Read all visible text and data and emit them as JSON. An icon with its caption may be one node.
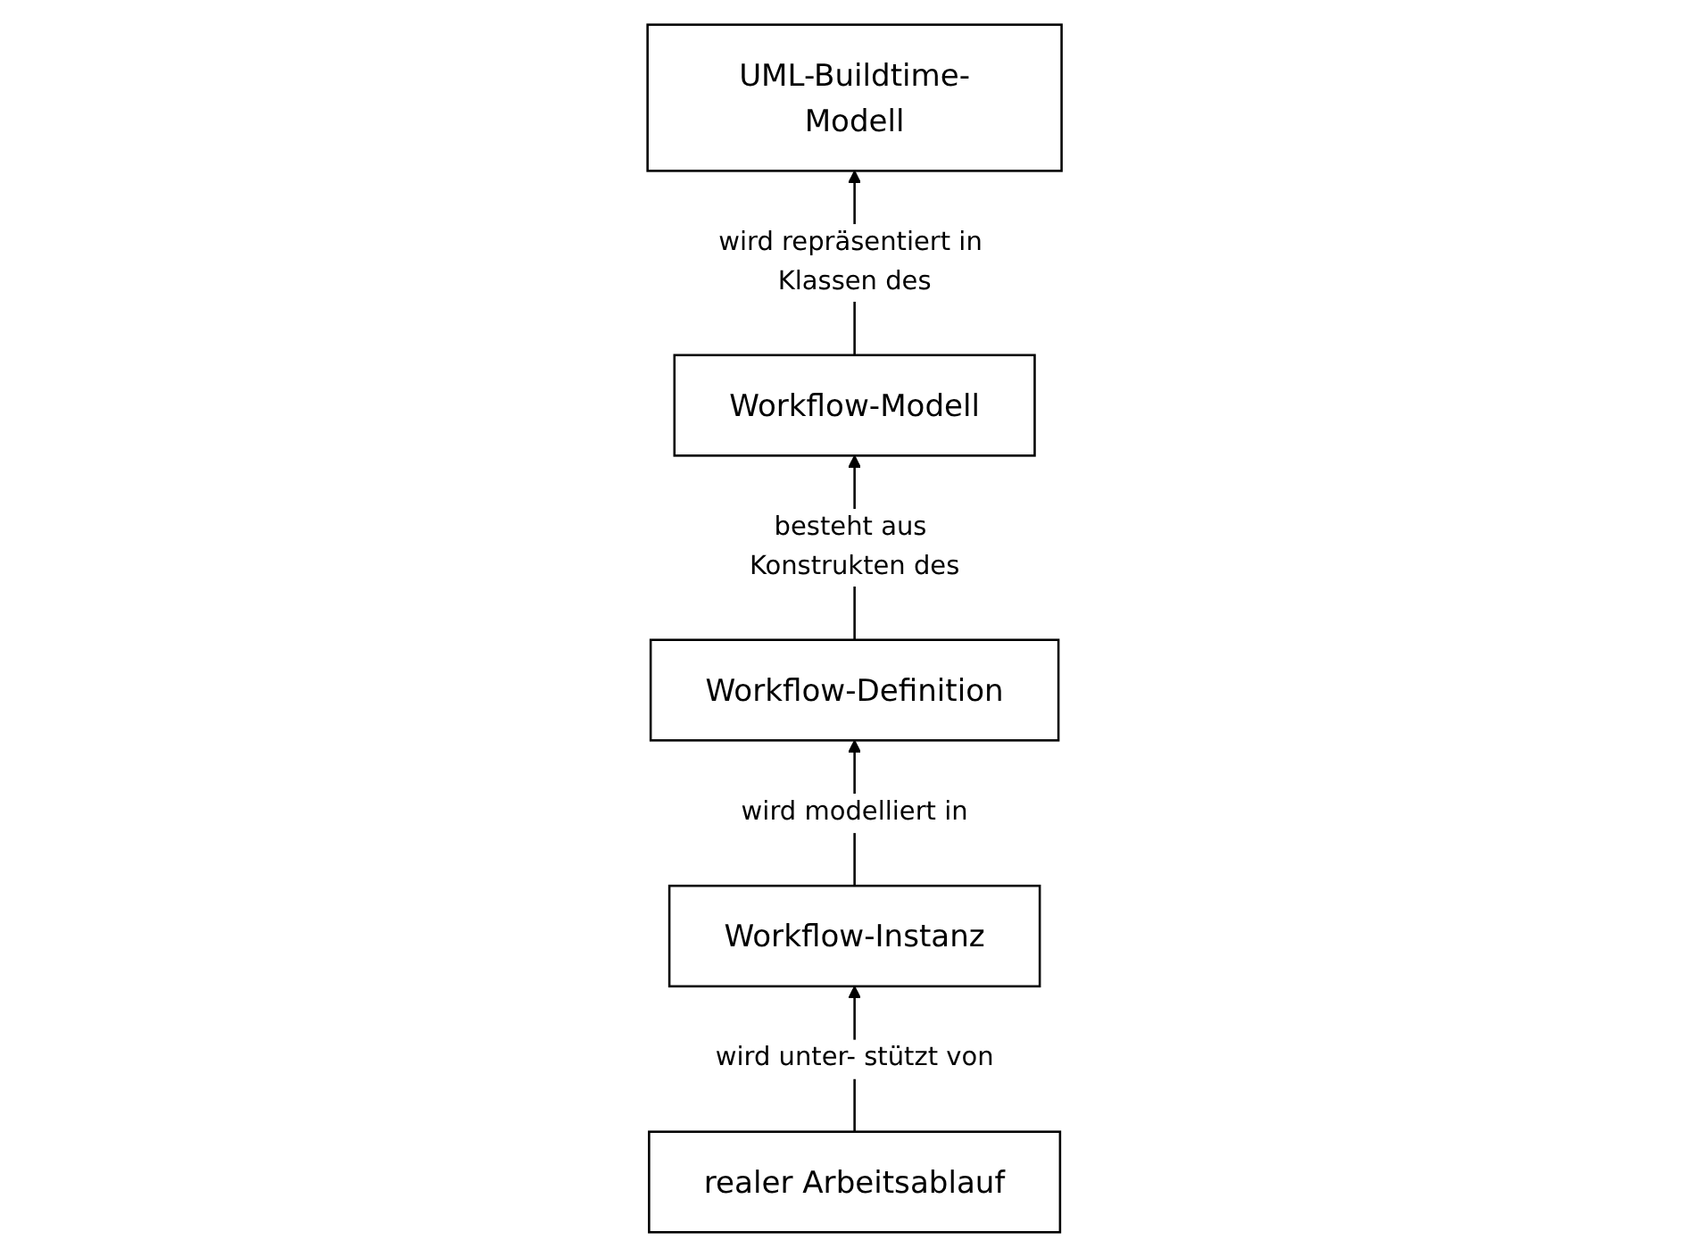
{
  "diagram": {
    "nodes": [
      {
        "text": [
          "UML-Buildtime-Modell"
        ]
      },
      {
        "text": [
          "Workflow-Modell"
        ]
      },
      {
        "text": [
          "Workflow-Definition"
        ]
      },
      {
        "text": [
          "Workflow-Instanz"
        ]
      },
      {
        "text": [
          "realer Arbeitsablauf"
        ]
      }
    ],
    "edges": [
      {
        "from": 1,
        "to": 0,
        "arrow": "to",
        "label": "wird repräsentiert in Klassen des"
      },
      {
        "from": 2,
        "to": 1,
        "arrow": "to",
        "label": "besteht aus Konstrukten des"
      },
      {
        "from": 3,
        "to": 2,
        "arrow": "to",
        "label": "wird modelliert in"
      },
      {
        "from": 4,
        "to": 3,
        "arrow": "to",
        "label": "wird unter- stützt von"
      }
    ]
  }
}
